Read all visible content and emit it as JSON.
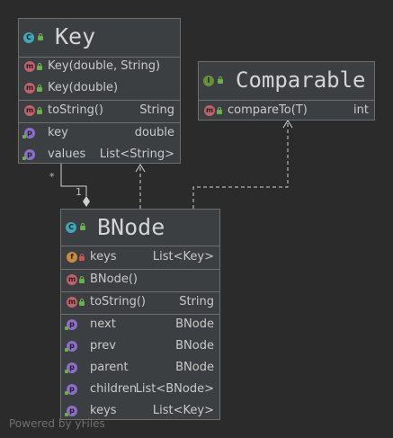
{
  "key_class": {
    "name": "Key",
    "kind_badge": "C",
    "constructors": [
      {
        "badge": "m",
        "label": "Key(double, String)",
        "type": ""
      },
      {
        "badge": "m",
        "label": "Key(double)",
        "type": ""
      }
    ],
    "methods": [
      {
        "badge": "m",
        "label": "toString()",
        "type": "String"
      }
    ],
    "properties": [
      {
        "badge": "p",
        "label": "key",
        "type": "double"
      },
      {
        "badge": "p",
        "label": "values",
        "type": "List<String>"
      }
    ]
  },
  "comparable_interface": {
    "name": "Comparable",
    "kind_badge": "I",
    "methods": [
      {
        "badge": "m",
        "label": "compareTo(T)",
        "type": "int"
      }
    ]
  },
  "bnode_class": {
    "name": "BNode",
    "kind_badge": "C",
    "fields": [
      {
        "badge": "f",
        "label": "keys",
        "type": "List<Key>"
      }
    ],
    "constructors": [
      {
        "badge": "m",
        "label": "BNode()",
        "type": ""
      }
    ],
    "methods": [
      {
        "badge": "m",
        "label": "toString()",
        "type": "String"
      }
    ],
    "properties": [
      {
        "badge": "p",
        "label": "next",
        "type": "BNode"
      },
      {
        "badge": "p",
        "label": "prev",
        "type": "BNode"
      },
      {
        "badge": "p",
        "label": "parent",
        "type": "BNode"
      },
      {
        "badge": "p",
        "label": "children",
        "type": "List<BNode>"
      },
      {
        "badge": "p",
        "label": "keys",
        "type": "List<Key>"
      }
    ]
  },
  "association": {
    "source_multiplicity": "*",
    "target_multiplicity": "1"
  },
  "footer": "Powered by yFiles",
  "colors": {
    "background": "#2b2b2b",
    "node_fill": "#3c3f41",
    "border": "#6e6e6e",
    "edge": "#d0d0d0"
  }
}
